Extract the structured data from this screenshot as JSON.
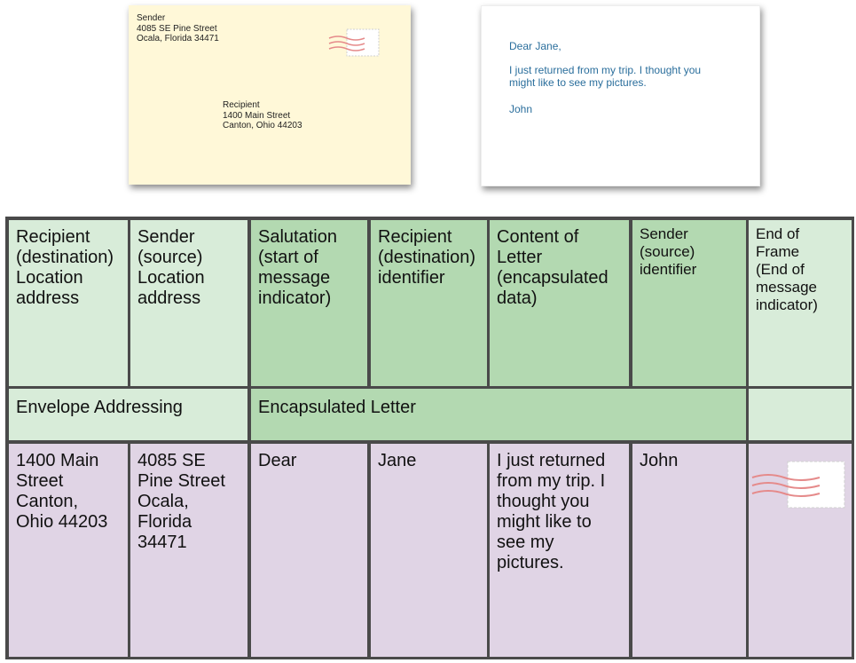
{
  "envelope": {
    "sender_lines": [
      "Sender",
      "4085 SE Pine Street",
      "Ocala, Florida 34471"
    ],
    "recipient_lines": [
      "Recipient",
      "1400 Main Street",
      "Canton, Ohio 44203"
    ],
    "stamp_icon": "postage-stamp-icon"
  },
  "letter": {
    "greeting": "Dear Jane,",
    "body_lines": [
      "I just returned from my trip. I thought you",
      "might like to see my pictures."
    ],
    "signature": "John",
    "text_color": "#2a6e9c"
  },
  "table": {
    "headers": [
      [
        "Recipient",
        "(destination)",
        "Location",
        "address"
      ],
      [
        "Sender",
        "(source)",
        "Location",
        "address"
      ],
      [
        "Salutation",
        "(start of",
        "message",
        "indicator)"
      ],
      [
        "Recipient",
        "(destination)",
        "identifier"
      ],
      [
        "Content of",
        "Letter",
        "(encapsulated",
        "data)"
      ],
      [
        "Sender",
        "(source)",
        "identifier"
      ],
      [
        "End of",
        "Frame",
        "(End of",
        "message",
        "indicator)"
      ]
    ],
    "groups": {
      "envelope_addressing": "Envelope Addressing",
      "encapsulated_letter": "Encapsulated Letter"
    },
    "values": [
      [
        "1400 Main",
        "Street",
        "Canton,",
        "Ohio 44203"
      ],
      [
        "4085 SE",
        "Pine Street",
        "Ocala,",
        "Florida",
        "34471"
      ],
      [
        "Dear"
      ],
      [
        "Jane"
      ],
      [
        "I just returned",
        "from my trip. I",
        "thought you",
        "might like to",
        "see my",
        "pictures."
      ],
      [
        "John"
      ],
      []
    ],
    "end_stamp_icon": "postage-stamp-icon",
    "colors": {
      "light_green": "#d8ecd9",
      "medium_green": "#b3d9b1",
      "purple": "#e0d4e5",
      "border": "#4a4a4a"
    }
  }
}
